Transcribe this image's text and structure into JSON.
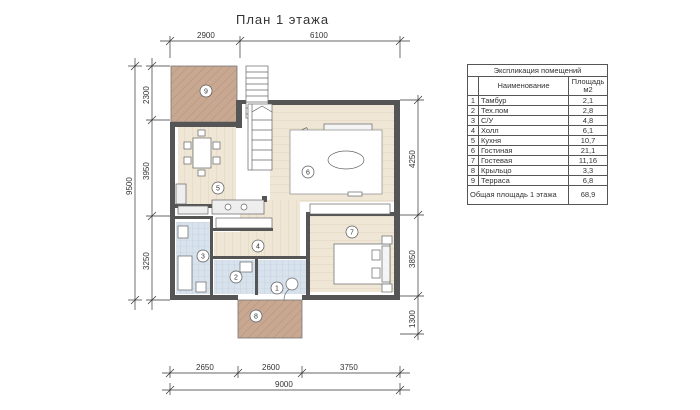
{
  "title": "План  1  этажа",
  "dims": {
    "top": [
      "2900",
      "6100"
    ],
    "bottom": [
      "2650",
      "2600",
      "3750"
    ],
    "bottom_total": "9000",
    "left_total": "9500",
    "left": [
      "2300",
      "3950",
      "3250"
    ],
    "right": [
      "4250",
      "3850",
      "1300"
    ]
  },
  "room_markers": [
    "1",
    "2",
    "3",
    "4",
    "5",
    "6",
    "7",
    "8",
    "9"
  ],
  "table": {
    "title": "Экспликация помещений",
    "col_name": "Наименование",
    "col_area": "Площадь м2",
    "rows": [
      {
        "n": "1",
        "name": "Тамбур",
        "area": "2,1"
      },
      {
        "n": "2",
        "name": "Тех.пом",
        "area": "2,8"
      },
      {
        "n": "3",
        "name": "С/У",
        "area": "4,8"
      },
      {
        "n": "4",
        "name": "Холл",
        "area": "6,1"
      },
      {
        "n": "5",
        "name": "Кухня",
        "area": "10,7"
      },
      {
        "n": "6",
        "name": "Гостиная",
        "area": "21,1"
      },
      {
        "n": "7",
        "name": "Гостевая",
        "area": "11,16"
      },
      {
        "n": "8",
        "name": "Крыльцо",
        "area": "3,3"
      },
      {
        "n": "9",
        "name": "Терраса",
        "area": "6,8"
      }
    ],
    "total_label": "Общая площадь 1 этажа",
    "total_value": "68,9"
  },
  "colors": {
    "wall": "#555555",
    "floor_wood": "#efe6d6",
    "terrace": "#c9a892",
    "tile": "#d8e2ec",
    "living_rug": "#ffffff"
  }
}
